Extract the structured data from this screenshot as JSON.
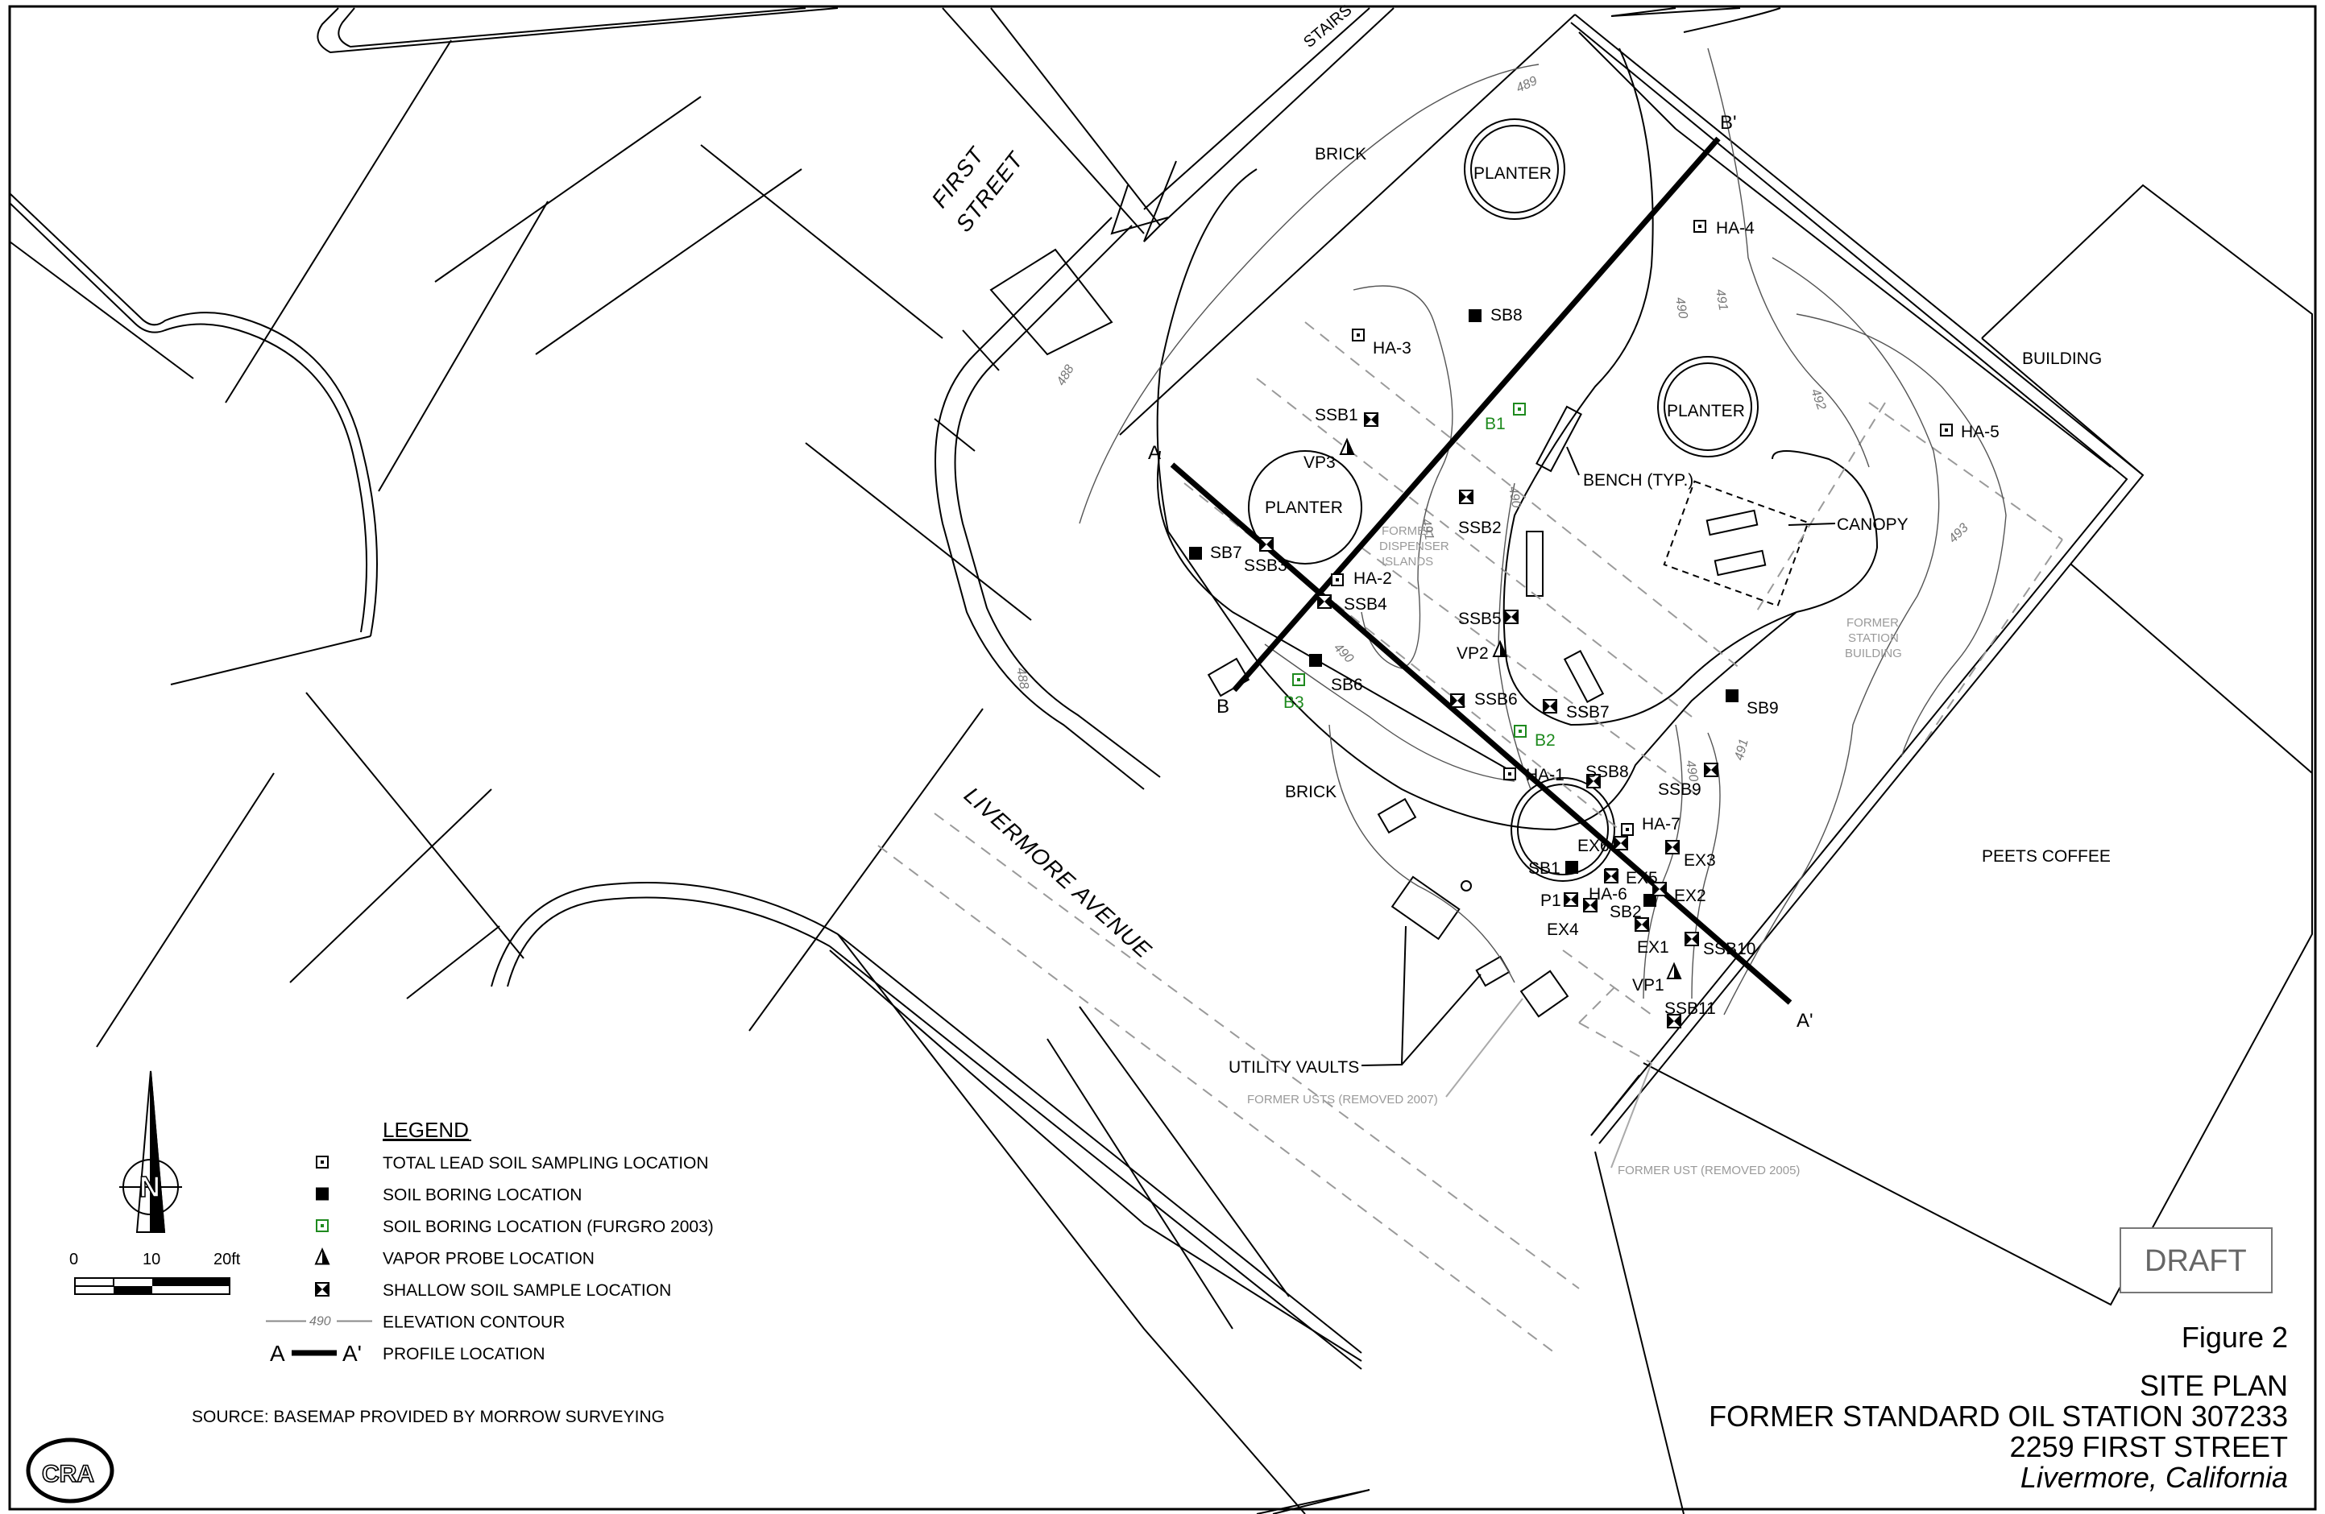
{
  "streets": {
    "first_street": "FIRST STREET",
    "livermore_avenue": "LIVERMORE AVENUE",
    "stairs": "STAIRS"
  },
  "features": {
    "brick_top": "BRICK",
    "brick_bottom": "BRICK",
    "planter_top": "PLANTER",
    "planter_right": "PLANTER",
    "planter_left": "PLANTER",
    "bench": "BENCH (TYP.)",
    "canopy": "CANOPY",
    "building": "BUILDING",
    "peets": "PEETS COFFEE",
    "utility_vaults": "UTILITY VAULTS",
    "former_dispenser": [
      "FORMER",
      "DISPENSER",
      "ISLANDS"
    ],
    "former_station": [
      "FORMER",
      "STATION",
      "BUILDING"
    ],
    "former_usts": "FORMER USTS (REMOVED 2007)",
    "former_ust": "FORMER UST (REMOVED 2005)"
  },
  "profile_labels": {
    "a": "A",
    "a_prime": "A'",
    "b": "B",
    "b_prime": "B'"
  },
  "contours": [
    "489",
    "488",
    "490",
    "491",
    "492",
    "493",
    "488",
    "490",
    "491",
    "490",
    "491",
    "490"
  ],
  "sample_points": [
    {
      "id": "HA-4",
      "type": "lead"
    },
    {
      "id": "HA-3",
      "type": "lead"
    },
    {
      "id": "HA-5",
      "type": "lead"
    },
    {
      "id": "HA-2",
      "type": "lead"
    },
    {
      "id": "HA-1",
      "type": "lead"
    },
    {
      "id": "HA-7",
      "type": "lead"
    },
    {
      "id": "HA-6",
      "type": "lead"
    },
    {
      "id": "SB8",
      "type": "boring"
    },
    {
      "id": "SB7",
      "type": "boring"
    },
    {
      "id": "SB6",
      "type": "boring"
    },
    {
      "id": "SB9",
      "type": "boring"
    },
    {
      "id": "SB1",
      "type": "boring"
    },
    {
      "id": "SB2",
      "type": "boring"
    },
    {
      "id": "B1",
      "type": "furgro"
    },
    {
      "id": "B2",
      "type": "furgro"
    },
    {
      "id": "B3",
      "type": "furgro"
    },
    {
      "id": "VP3",
      "type": "vapor"
    },
    {
      "id": "VP2",
      "type": "vapor"
    },
    {
      "id": "VP1",
      "type": "vapor"
    },
    {
      "id": "SSB1",
      "type": "shallow"
    },
    {
      "id": "SSB2",
      "type": "shallow"
    },
    {
      "id": "SSB3",
      "type": "shallow"
    },
    {
      "id": "SSB4",
      "type": "shallow"
    },
    {
      "id": "SSB5",
      "type": "shallow"
    },
    {
      "id": "SSB6",
      "type": "shallow"
    },
    {
      "id": "SSB7",
      "type": "shallow"
    },
    {
      "id": "SSB8",
      "type": "shallow"
    },
    {
      "id": "SSB9",
      "type": "shallow"
    },
    {
      "id": "SSB10",
      "type": "shallow"
    },
    {
      "id": "SSB11",
      "type": "shallow"
    },
    {
      "id": "EX6",
      "type": "shallow"
    },
    {
      "id": "EX5",
      "type": "shallow"
    },
    {
      "id": "EX3",
      "type": "shallow"
    },
    {
      "id": "EX2",
      "type": "shallow"
    },
    {
      "id": "EX1",
      "type": "shallow"
    },
    {
      "id": "EX4",
      "type": "shallow"
    },
    {
      "id": "P1",
      "type": "shallow"
    }
  ],
  "legend": {
    "title": "LEGEND",
    "items": [
      {
        "symbol": "lead",
        "label": "TOTAL LEAD SOIL SAMPLING LOCATION"
      },
      {
        "symbol": "boring",
        "label": "SOIL BORING LOCATION"
      },
      {
        "symbol": "furgro",
        "label": "SOIL BORING LOCATION (FURGRO 2003)"
      },
      {
        "symbol": "vapor",
        "label": "VAPOR PROBE LOCATION"
      },
      {
        "symbol": "shallow",
        "label": "SHALLOW SOIL SAMPLE LOCATION"
      },
      {
        "symbol": "contour",
        "label": "ELEVATION CONTOUR",
        "contour_value": "490"
      },
      {
        "symbol": "profile",
        "label": "PROFILE LOCATION",
        "from": "A",
        "to": "A'"
      }
    ]
  },
  "scale_bar": {
    "labels": [
      "0",
      "10",
      "20ft"
    ]
  },
  "north_arrow": {
    "label": "N"
  },
  "source": "SOURCE: BASEMAP PROVIDED BY MORROW SURVEYING",
  "logo_text": "CRA",
  "draft": "DRAFT",
  "title_block": {
    "figure": "Figure 2",
    "line1": "SITE PLAN",
    "line2": "FORMER STANDARD OIL STATION 307233",
    "line3": "2259 FIRST STREET",
    "line4": "Livermore, California"
  },
  "colors": {
    "furgro_green": "#1e8a1e",
    "gray_text": "#9a9a9a",
    "line": "#000000"
  }
}
